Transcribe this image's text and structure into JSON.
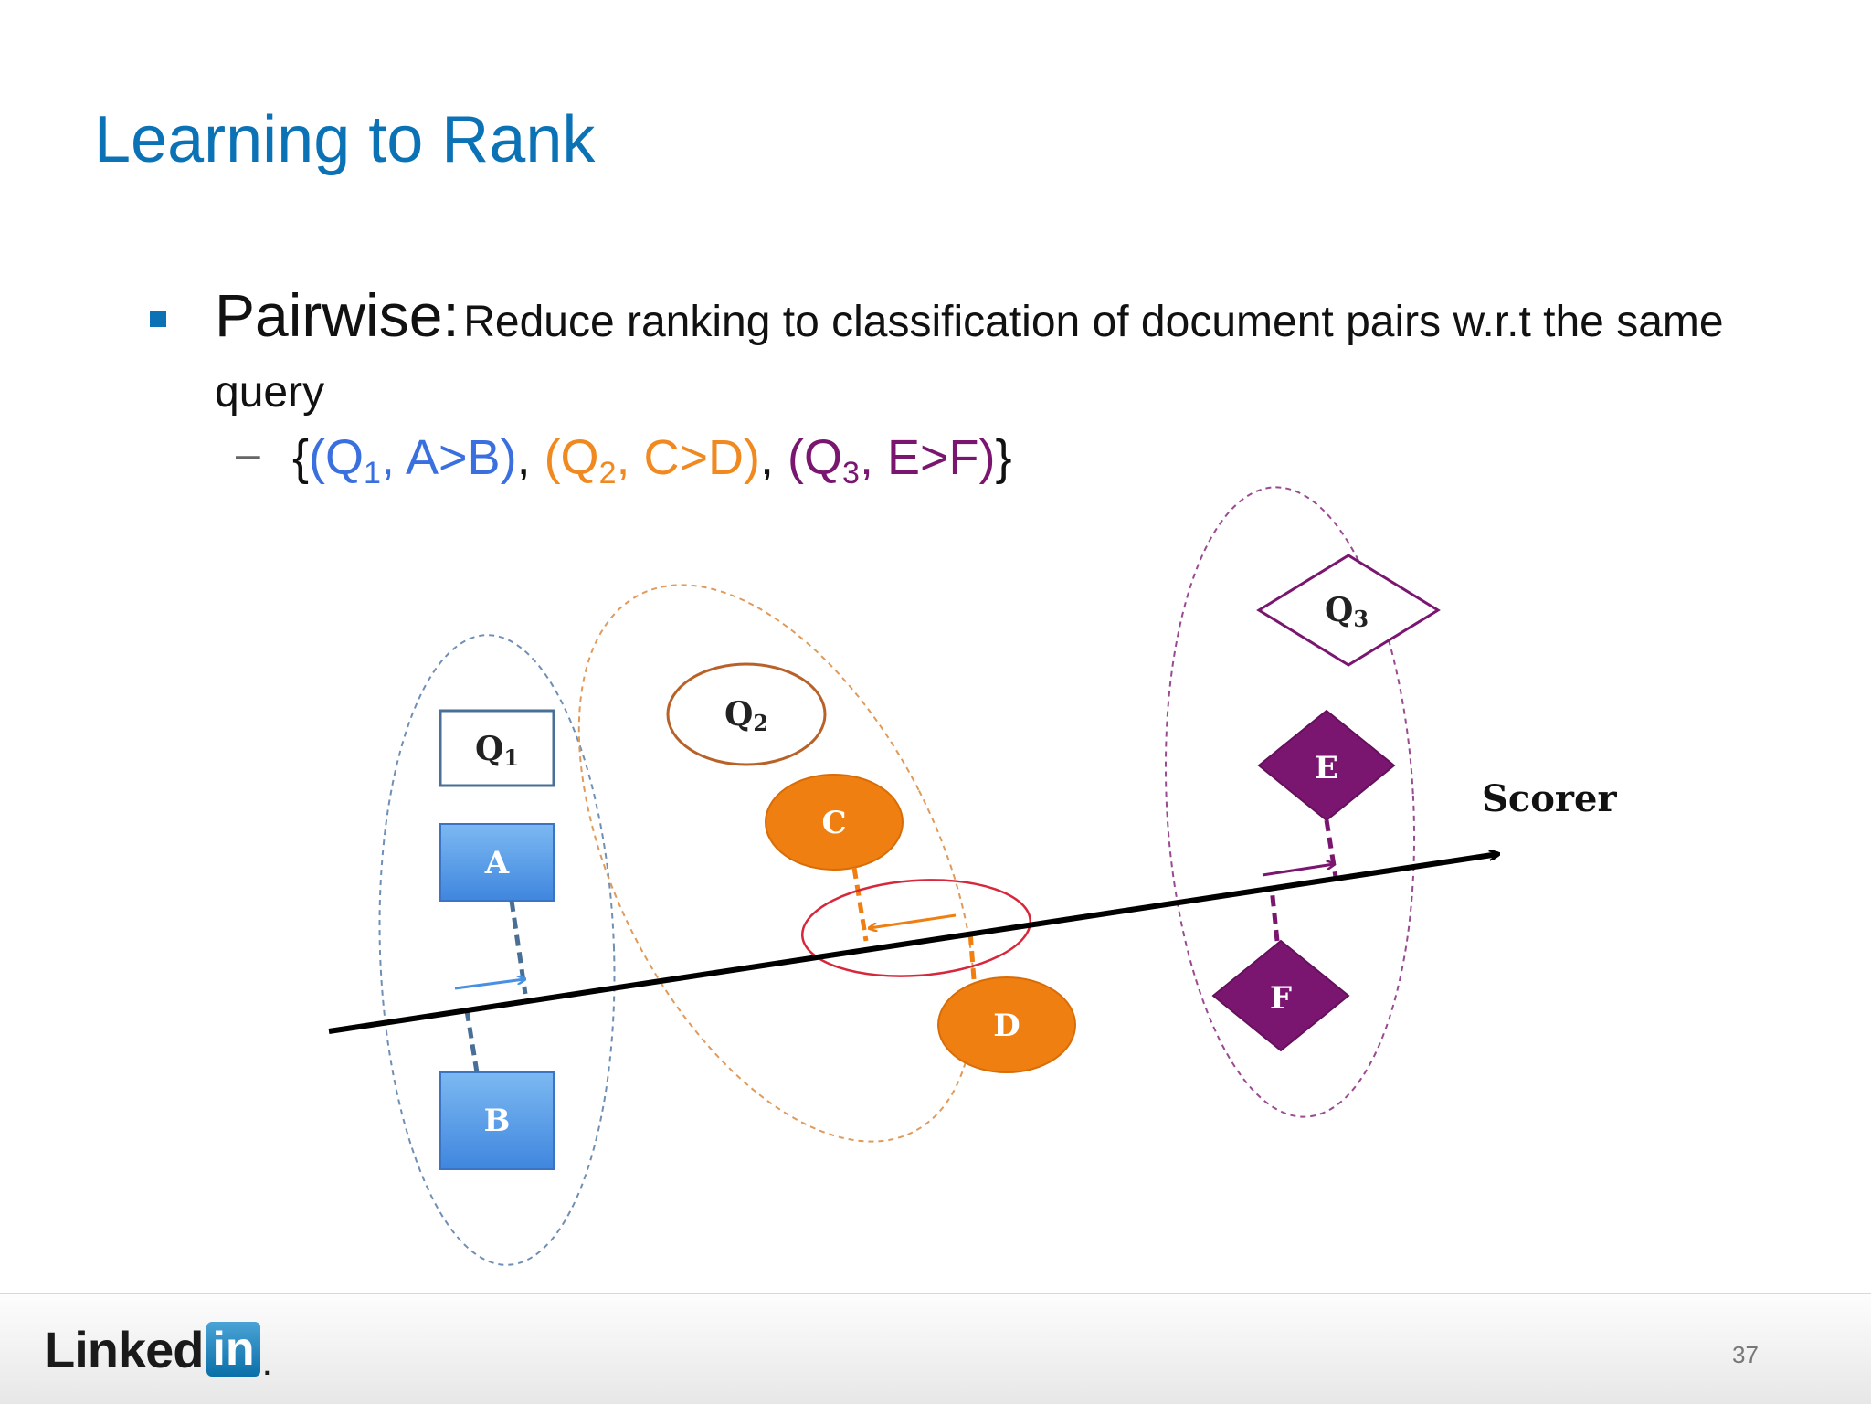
{
  "slide": {
    "title": "Learning to Rank",
    "bullet": {
      "term": "Pairwise:",
      "description": "Reduce ranking to classification of document pairs w.r.t the same query"
    },
    "sub_bullet": {
      "dash": "–",
      "open_brace": "{",
      "pair1": {
        "open": "(Q",
        "sub": "1",
        "rest": ", A>B)"
      },
      "sep1": ", ",
      "pair2": {
        "open": "(Q",
        "sub": "2",
        "rest": ", C>D)"
      },
      "sep2": ", ",
      "pair3": {
        "open": "(Q",
        "sub": "3",
        "rest": ", E>F)"
      },
      "close_brace": "}"
    },
    "page_number": "37"
  },
  "diagram": {
    "scorer_label": "Scorer",
    "groups": [
      {
        "query": "Q1",
        "query_shape": "square",
        "color": "#4a90e2",
        "documents": [
          "A",
          "B"
        ],
        "query_label": {
          "main": "Q",
          "sub": "1"
        }
      },
      {
        "query": "Q2",
        "query_shape": "circle",
        "color": "#f07f12",
        "documents": [
          "C",
          "D"
        ],
        "query_label": {
          "main": "Q",
          "sub": "2"
        }
      },
      {
        "query": "Q3",
        "query_shape": "diamond",
        "color": "#7a1670",
        "documents": [
          "E",
          "F"
        ],
        "query_label": {
          "main": "Q",
          "sub": "3"
        }
      }
    ],
    "colors": {
      "group1": "#4a90e2",
      "group2": "#f07f12",
      "group3": "#7a1670",
      "highlight": "#d6273b",
      "scorer": "#000000"
    }
  },
  "footer": {
    "logo_text": "Linked",
    "logo_badge": "in",
    "logo_dot": "."
  }
}
